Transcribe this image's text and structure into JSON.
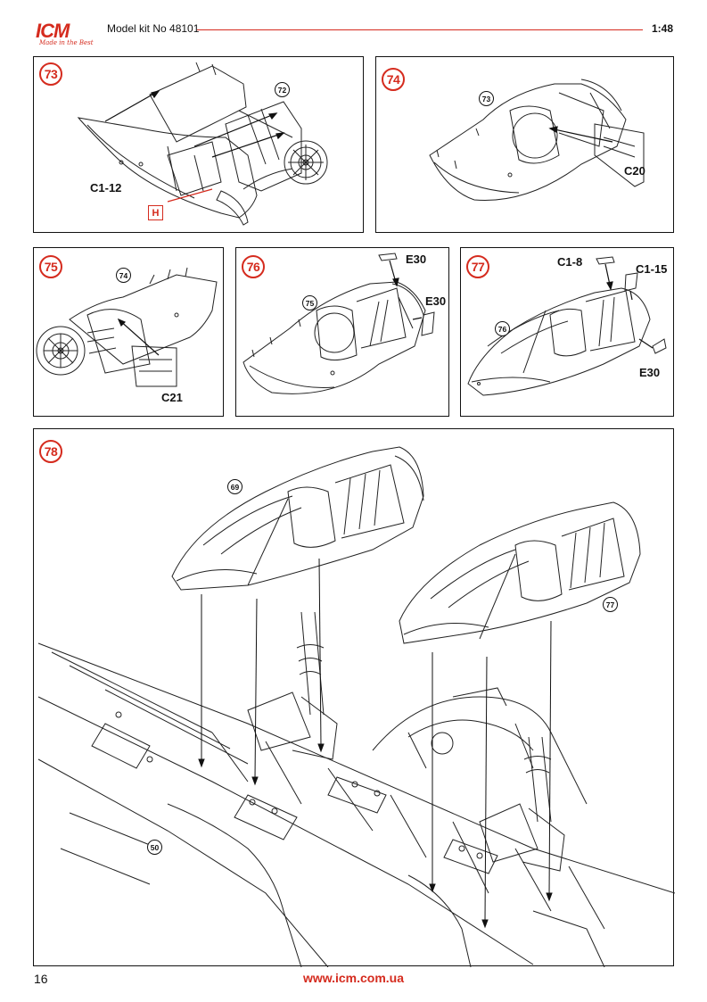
{
  "header": {
    "logo": "ICM",
    "tagline": "Made in the Best",
    "model_kit": "Model kit No 48101",
    "scale": "1:48"
  },
  "steps": {
    "s73": {
      "number": "73",
      "parts": [
        "C1-12"
      ],
      "ref": "72",
      "marker": "H"
    },
    "s74": {
      "number": "74",
      "parts": [
        "C20"
      ],
      "ref": "73"
    },
    "s75": {
      "number": "75",
      "parts": [
        "C21"
      ],
      "ref": "74"
    },
    "s76": {
      "number": "76",
      "parts": [
        "E30",
        "E30"
      ],
      "ref": "75"
    },
    "s77": {
      "number": "77",
      "parts": [
        "C1-8",
        "C1-15",
        "E30"
      ],
      "ref": "76"
    },
    "s78": {
      "number": "78",
      "refs": [
        "69",
        "77",
        "50"
      ]
    }
  },
  "footer": {
    "page": "16",
    "url": "www.icm.com.ua"
  }
}
